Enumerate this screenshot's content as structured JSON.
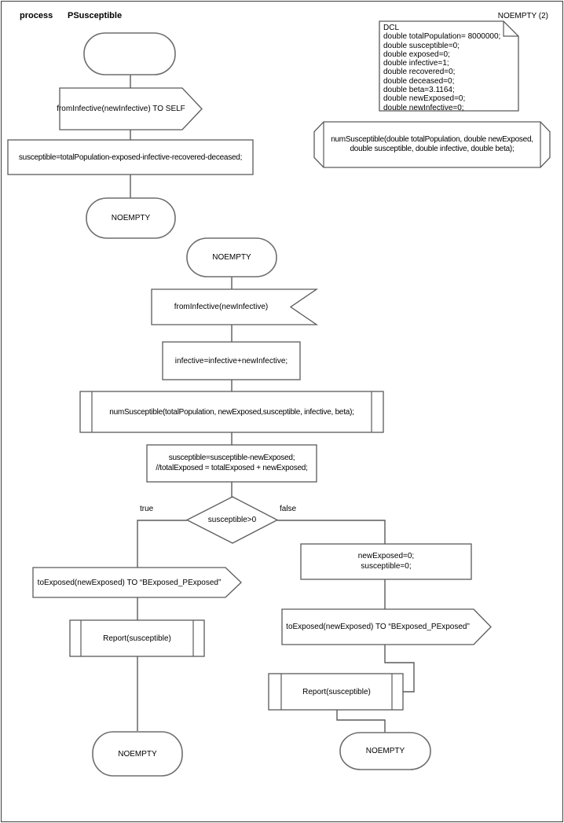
{
  "header": {
    "kind_label": "process",
    "process_name": "PSusceptible"
  },
  "dcl_note": {
    "title_label": "NOEMPTY (2)",
    "lines": [
      "DCL",
      "double totalPopulation= 8000000;",
      "double susceptible=0;",
      "double exposed=0;",
      "double infective=1;",
      "double recovered=0;",
      "double deceased=0;",
      "double beta=3.1164;",
      "double newExposed=0;",
      "double newInfective=0;"
    ]
  },
  "procedure_declaration": {
    "line1": "numSusceptible(double totalPopulation, double newExposed,",
    "line2": "double susceptible, double infective, double beta);"
  },
  "left_flow": {
    "output_to_self": "fromInfective(newInfective) TO SELF",
    "task_init": "susceptible=totalPopulation-exposed-infective-recovered-deceased;",
    "state_end": "NOEMPTY"
  },
  "main_flow": {
    "state_start": "NOEMPTY",
    "input_signal": "fromInfective(newInfective)",
    "task_infective": "infective=infective+newInfective;",
    "procedure_call": "numSusceptible(totalPopulation, newExposed,susceptible, infective, beta);",
    "task_update_line1": "susceptible=susceptible-newExposed;",
    "task_update_line2": "//totalExposed = totalExposed + newExposed;",
    "decision": "susceptible>0",
    "branch_true_label": "true",
    "branch_false_label": "false"
  },
  "true_branch": {
    "output_signal": "toExposed(newExposed) TO “BExposed_PExposed”",
    "procedure_call": "Report(susceptible)",
    "state_end": "NOEMPTY"
  },
  "false_branch": {
    "task_reset_line1": "newExposed=0;",
    "task_reset_line2": "susceptible=0;",
    "output_signal": "toExposed(newExposed) TO “BExposed_PExposed”",
    "procedure_call": "Report(susceptible)",
    "state_end": "NOEMPTY"
  }
}
